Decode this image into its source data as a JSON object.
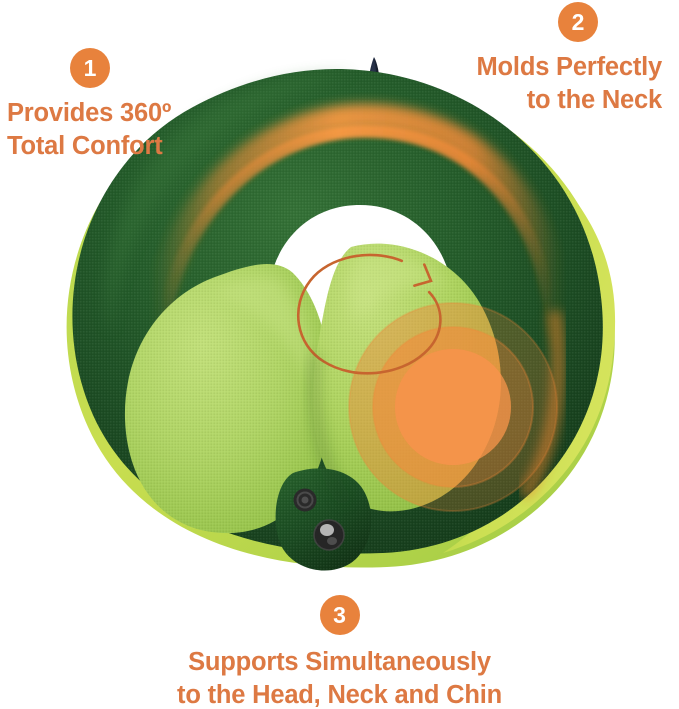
{
  "image": {
    "subject": "memory-foam travel neck pillow",
    "background_color": "#ffffff"
  },
  "theme": {
    "accent_orange": "#e8823c",
    "text_orange": "#dd7943",
    "badge_text_color": "#ffffff",
    "outer_shell_dark_green": "#1d4d26",
    "shell_mid_green": "#2f6b31",
    "inner_cushion_light_green": "#aed35f",
    "rim_bright_green": "#c6dc4e",
    "strap_navy": "#1b2437",
    "snap_black": "#2b2b2b",
    "glow_orange": "#f28c3c",
    "arrow_rust": "#c7652f",
    "center_opening_white": "#ffffff"
  },
  "callouts": [
    {
      "number": "1",
      "position": "top-left",
      "lines": [
        "Provides 360º",
        "Total Confort"
      ]
    },
    {
      "number": "2",
      "position": "top-right",
      "lines": [
        "Molds Perfectly",
        "to the Neck"
      ]
    },
    {
      "number": "3",
      "position": "bottom-center",
      "lines": [
        "Supports Simultaneously",
        "to the Head, Neck and Chin"
      ]
    }
  ],
  "product_parts": {
    "hanging_loop": "navy braided hanging loop at top",
    "outer_shell": "dark green U-shaped outer shell",
    "left_lobe": "light green left inner cushion lobe",
    "right_lobe": "light green right inner cushion lobe",
    "center_opening": "white neck opening",
    "rotation_arrow": "orange 360 degree rotation arrow",
    "heat_arc": "orange glow arc along upper inner ring",
    "pressure_glow": "concentric orange pressure glow on right lobe",
    "clasp_tab": "dark green clasp tab with two black snap buttons"
  }
}
